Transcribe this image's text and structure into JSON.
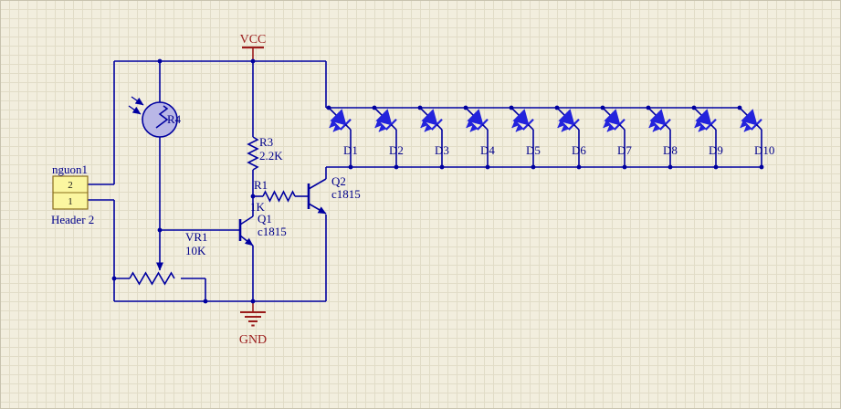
{
  "schematic": {
    "power": {
      "vcc_label": "VCC",
      "gnd_label": "GND"
    },
    "connector": {
      "designator": "nguon1",
      "type": "Header 2",
      "pin_top": "2",
      "pin_bottom": "1"
    },
    "photoresistor": {
      "designator": "R4"
    },
    "resistor_r3": {
      "designator": "R3",
      "value": "2.2K"
    },
    "resistor_r1": {
      "designator": "R1",
      "value": "1K"
    },
    "potentiometer": {
      "designator": "VR1",
      "value": "10K"
    },
    "transistor_q1": {
      "designator": "Q1",
      "value": "c1815"
    },
    "transistor_q2": {
      "designator": "Q2",
      "value": "c1815"
    },
    "leds": [
      "D1",
      "D2",
      "D3",
      "D4",
      "D5",
      "D6",
      "D7",
      "D8",
      "D9",
      "D10"
    ],
    "colors": {
      "wire": "#0000a0",
      "label_text": "#00008b",
      "led": "#2323dc",
      "power_port": "#9b1c1c",
      "connector_fill": "#fbf6a0",
      "photoresistor_fill": "#b9b7e6",
      "background": "#f2eede"
    }
  }
}
